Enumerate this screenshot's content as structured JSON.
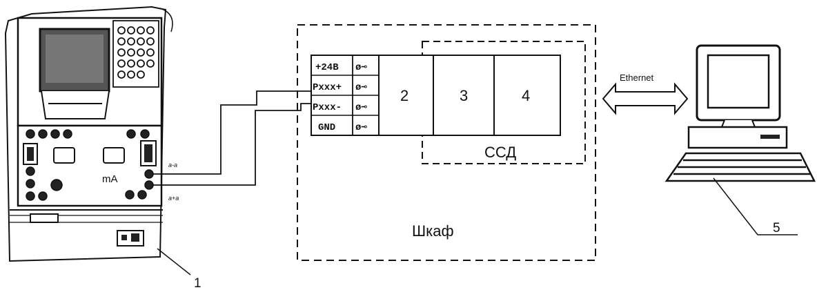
{
  "terminals": [
    {
      "label": "+24В",
      "symbol": "ø⊸"
    },
    {
      "label": "Рxxx+",
      "symbol": "ø⊸"
    },
    {
      "label": "Рxxx-",
      "symbol": "ø⊸"
    },
    {
      "label": "GND",
      "symbol": "ø⊸"
    }
  ],
  "modules": [
    "2",
    "3",
    "4"
  ],
  "ssd_label": "ССД",
  "cabinet_label": "Шкаф",
  "network_label": "Ethernet",
  "device_unit_label": "mA",
  "wire_labels": [
    "a-a",
    "a+a"
  ],
  "callouts": [
    "1",
    "5"
  ],
  "colors": {
    "ink": "#111111",
    "paper": "#ffffff",
    "screen": "#555555"
  }
}
